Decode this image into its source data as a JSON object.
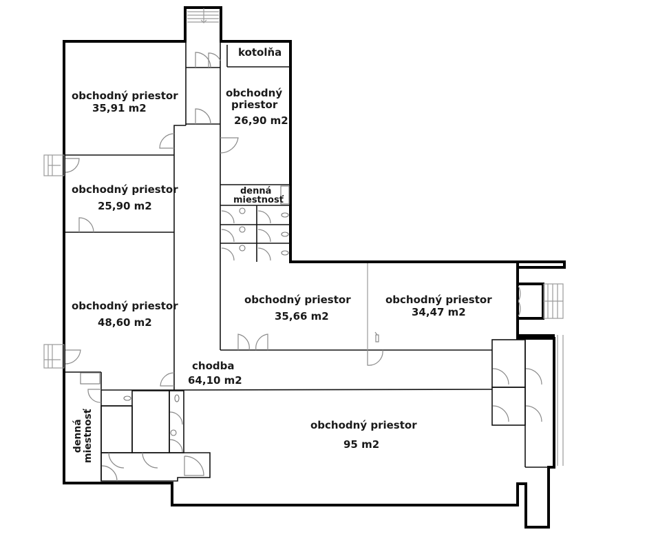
{
  "floorplan": {
    "rooms": [
      {
        "id": "shop-1",
        "name": "obchodný priestor",
        "area": "35,91 m2"
      },
      {
        "id": "shop-2",
        "name_line1": "obchodný",
        "name_line2": "priestor",
        "area": "26,90 m2"
      },
      {
        "id": "boiler",
        "name": "kotolňa"
      },
      {
        "id": "staff-room-top",
        "name_line1": "denná",
        "name_line2": "miestnosť"
      },
      {
        "id": "shop-3",
        "name": "obchodný priestor",
        "area": "25,90 m2"
      },
      {
        "id": "shop-4",
        "name": "obchodný priestor",
        "area": "48,60 m2"
      },
      {
        "id": "shop-5",
        "name": "obchodný priestor",
        "area": "35,66 m2"
      },
      {
        "id": "shop-6",
        "name": "obchodný priestor",
        "area": "34,47 m2"
      },
      {
        "id": "corridor",
        "name": "chodba",
        "area": "64,10 m2"
      },
      {
        "id": "shop-7",
        "name": "obchodný priestor",
        "area": "95 m2"
      },
      {
        "id": "staff-room-bottom",
        "name_line1": "denná",
        "name_line2": "miestnosť"
      }
    ]
  }
}
